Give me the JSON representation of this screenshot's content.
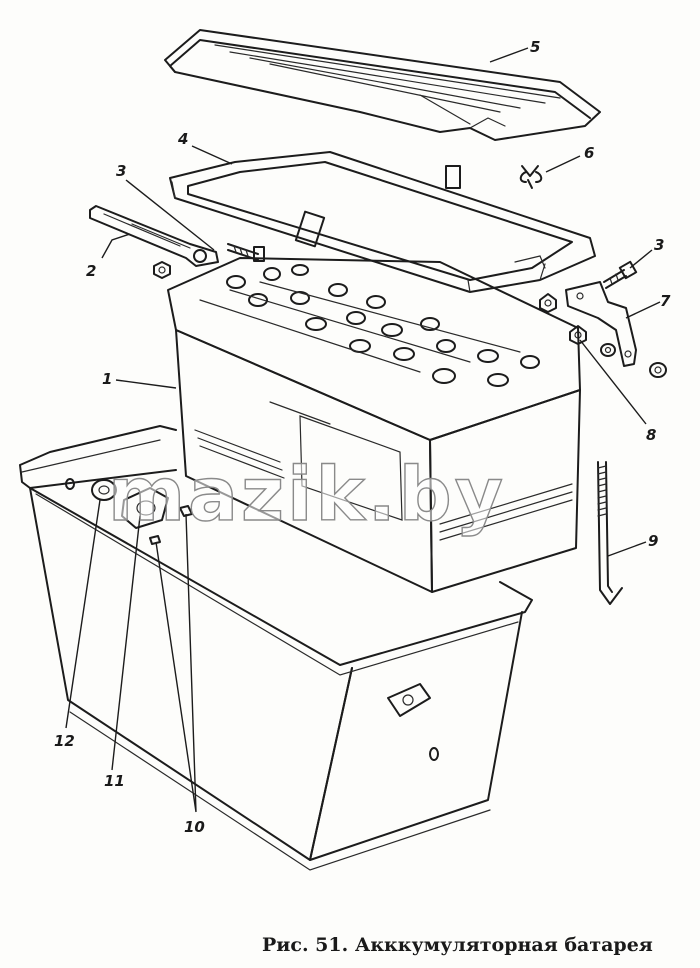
{
  "figure": {
    "caption": "Рис. 51. Акккумуляторная батарея",
    "watermark": "mazik.by"
  },
  "callouts": [
    {
      "id": "1",
      "text": "1"
    },
    {
      "id": "2",
      "text": "2"
    },
    {
      "id": "3a",
      "text": "3"
    },
    {
      "id": "3b",
      "text": "3"
    },
    {
      "id": "4",
      "text": "4"
    },
    {
      "id": "5",
      "text": "5"
    },
    {
      "id": "6",
      "text": "6"
    },
    {
      "id": "7",
      "text": "7"
    },
    {
      "id": "8",
      "text": "8"
    },
    {
      "id": "9",
      "text": "9"
    },
    {
      "id": "10",
      "text": "10"
    },
    {
      "id": "11",
      "text": "11"
    },
    {
      "id": "12",
      "text": "12"
    }
  ],
  "colors": {
    "ink": "#1c1c1c",
    "paper": "#fdfdfb",
    "stipple": "#b9b9b4"
  }
}
